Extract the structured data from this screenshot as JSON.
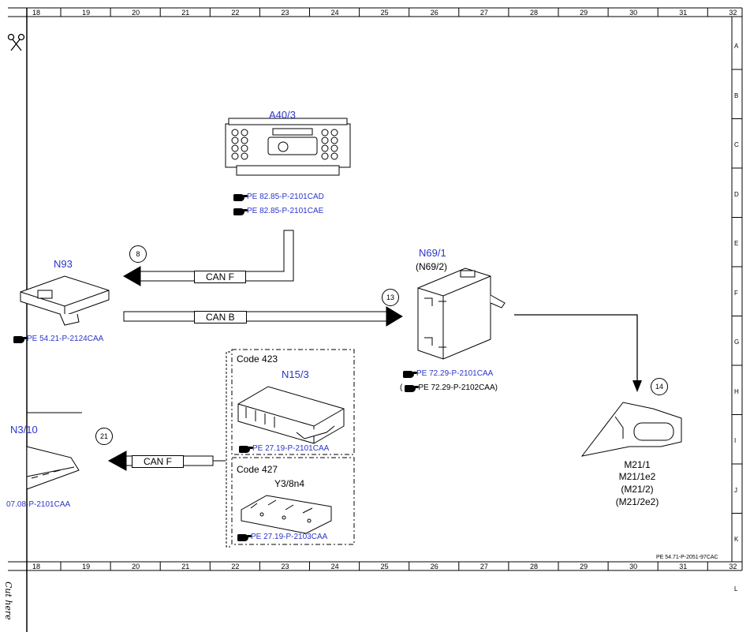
{
  "ruler": {
    "columns": [
      "18",
      "19",
      "20",
      "21",
      "22",
      "23",
      "24",
      "25",
      "26",
      "27",
      "28",
      "29",
      "30",
      "31",
      "32"
    ],
    "rows": [
      "A",
      "B",
      "C",
      "D",
      "E",
      "F",
      "G",
      "H",
      "I",
      "J",
      "K",
      "L"
    ]
  },
  "components": {
    "a40": {
      "name": "A40/3",
      "refs": [
        "PE 82.85-P-2101CAD",
        "PE 82.85-P-2101CAE"
      ]
    },
    "n93": {
      "name": "N93",
      "ref": "PE 54.21-P-2124CAA"
    },
    "n69": {
      "name": "N69/1",
      "alt": "(N69/2)",
      "ref1": "PE 72.29-P-2101CAA",
      "ref2_open": "(",
      "ref2": "PE 72.29-P-2102CAA)"
    },
    "m21": {
      "lines": [
        "M21/1",
        "M21/1e2",
        "(M21/2)",
        "(M21/2e2)"
      ]
    },
    "n3": {
      "name": "N3/10",
      "ref": "07.08-P-2101CAA"
    },
    "n15": {
      "code": "Code 423",
      "name": "N15/3",
      "ref": "PE 27.19-P-2101CAA"
    },
    "y3": {
      "code": "Code 427",
      "name": "Y3/8n4",
      "ref": "PE 27.19-P-2103CAA"
    }
  },
  "buses": {
    "can_f_top": "CAN F",
    "can_b": "CAN B",
    "can_f_bottom": "CAN F"
  },
  "markers": {
    "m8": "8",
    "m13": "13",
    "m14": "14",
    "m21": "21"
  },
  "footer": {
    "doc_ref": "PE 54.71-P-2051-97CAC",
    "cut_text": "Cut here"
  }
}
